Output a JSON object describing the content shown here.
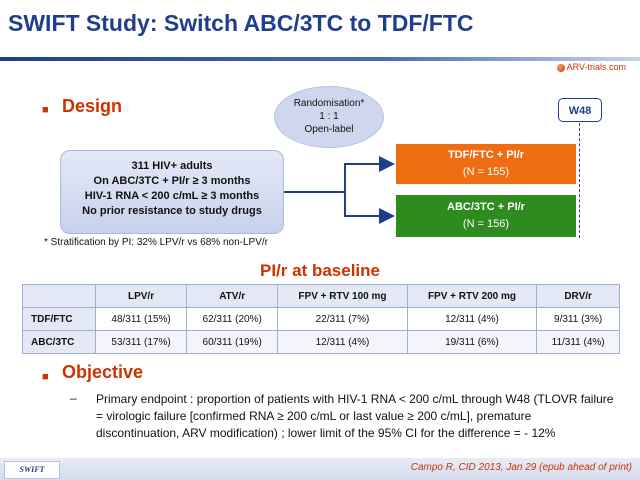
{
  "header": {
    "title": "SWIFT Study: Switch ABC/3TC to TDF/FTC",
    "logo_text": "ARV-trials.com"
  },
  "design": {
    "heading": "Design",
    "randomisation": [
      "Randomisation*",
      "1 : 1",
      "Open-label"
    ],
    "w48_label": "W48",
    "population": [
      "311 HIV+ adults",
      "On ABC/3TC + PI/r ≥ 3 months",
      "HIV-1 RNA < 200 c/mL ≥ 3 months",
      "No prior resistance to study drugs"
    ],
    "arms": [
      {
        "title": "TDF/FTC + PI/r",
        "n": "(N = 155)",
        "color": "#ef6d12"
      },
      {
        "title": "ABC/3TC + PI/r",
        "n": "(N = 156)",
        "color": "#2e8b1d"
      }
    ],
    "stratification_note": "* Stratification by PI: 32% LPV/r vs 68% non-LPV/r"
  },
  "pi_table": {
    "title": "PI/r at baseline",
    "columns": [
      "",
      "LPV/r",
      "ATV/r",
      "FPV + RTV 100 mg",
      "FPV + RTV 200 mg",
      "DRV/r"
    ],
    "rows": [
      [
        "TDF/FTC",
        "48/311 (15%)",
        "62/311 (20%)",
        "22/311 (7%)",
        "12/311 (4%)",
        "9/311 (3%)"
      ],
      [
        "ABC/3TC",
        "53/311 (17%)",
        "60/311 (19%)",
        "12/311 (4%)",
        "19/311 (6%)",
        "11/311 (4%)"
      ]
    ]
  },
  "objective": {
    "heading": "Objective",
    "dash": "–",
    "text": "Primary endpoint : proportion of patients with HIV-1 RNA < 200 c/mL through W48 (TLOVR failure = virologic failure [confirmed RNA ≥ 200 c/mL or last value ≥ 200 c/mL], premature discontinuation, ARV modification) ; lower limit of the 95% CI for the difference = - 12%"
  },
  "footer": {
    "tag": "SWIFT",
    "citation": "Campo R, CID 2013, Jan 29 (epub ahead of print)"
  },
  "colors": {
    "title_blue": "#1f3f8c",
    "accent_orange": "#cc3300",
    "arm_orange": "#ef6d12",
    "arm_green": "#2e8b1d"
  },
  "bullet_icon": "square-bullet-icon"
}
